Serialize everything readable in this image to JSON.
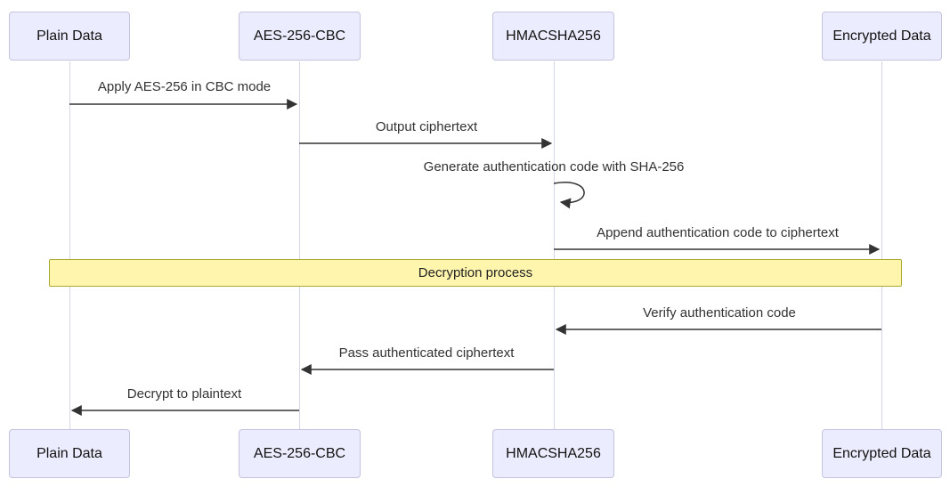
{
  "diagram": {
    "type": "sequence-diagram",
    "actors": [
      {
        "label": "Plain Data"
      },
      {
        "label": "AES-256-CBC"
      },
      {
        "label": "HMACSHA256"
      },
      {
        "label": "Encrypted Data"
      }
    ],
    "messages": [
      {
        "from": "Plain Data",
        "to": "AES-256-CBC",
        "label": "Apply AES-256 in CBC mode",
        "type": "solid-arrow"
      },
      {
        "from": "AES-256-CBC",
        "to": "HMACSHA256",
        "label": "Output ciphertext",
        "type": "solid-arrow"
      },
      {
        "from": "HMACSHA256",
        "to": "HMACSHA256",
        "label": "Generate authentication code with SHA-256",
        "type": "self-loop"
      },
      {
        "from": "HMACSHA256",
        "to": "Encrypted Data",
        "label": "Append authentication code to ciphertext",
        "type": "solid-arrow"
      },
      {
        "from": "Encrypted Data",
        "to": "HMACSHA256",
        "label": "Verify authentication code",
        "type": "solid-arrow"
      },
      {
        "from": "HMACSHA256",
        "to": "AES-256-CBC",
        "label": "Pass authenticated ciphertext",
        "type": "solid-arrow"
      },
      {
        "from": "AES-256-CBC",
        "to": "Plain Data",
        "label": "Decrypt to plaintext",
        "type": "solid-arrow"
      }
    ],
    "note": {
      "label": "Decryption process",
      "span": "all-participants"
    },
    "colors": {
      "actor_fill": "#ECECFF",
      "actor_border": "#c3c3e0",
      "lifeline": "#d5d5e8",
      "note_fill": "#FFF5AD",
      "note_border": "#AAAA33",
      "arrow": "#333333",
      "message_text": "#333333"
    }
  }
}
